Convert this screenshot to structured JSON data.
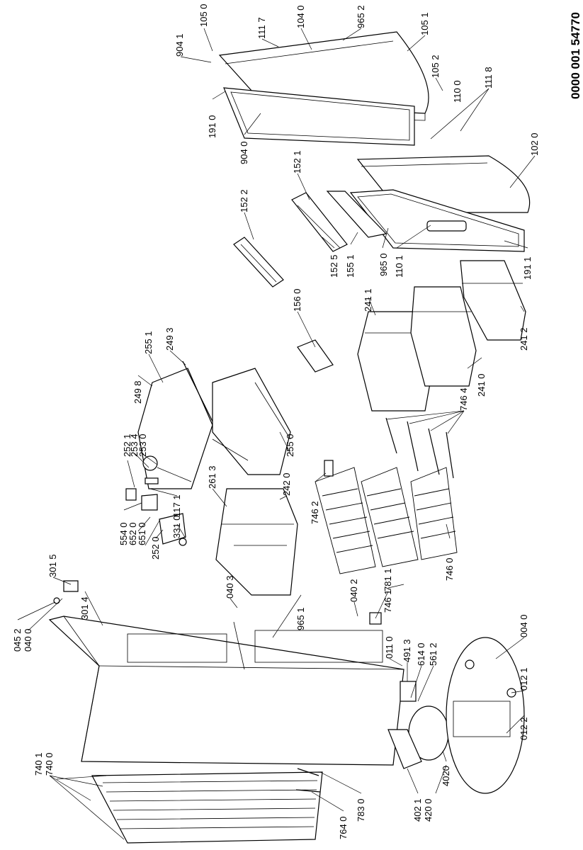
{
  "document_number": "0000 001 54770",
  "part_labels": [
    "904 1",
    "105 0",
    "111 7",
    "104 0",
    "965 2",
    "105 1",
    "105 2",
    "110 0",
    "111 8",
    "191 0",
    "904 0",
    "102 0",
    "152 1",
    "152 2",
    "965 0",
    "110 1",
    "191 1",
    "152 5",
    "155 1",
    "156 0",
    "241 1",
    "241 2",
    "241 0",
    "249 3",
    "255 1",
    "249 8",
    "255 0",
    "252 1",
    "253 4",
    "253 0",
    "242 0",
    "261 3",
    "117 1",
    "331 0",
    "554 0",
    "652 0",
    "651 0",
    "252 0",
    "746 4",
    "746 2",
    "746 0",
    "746 1",
    "781 1",
    "301 5",
    "301 4",
    "040 3",
    "965 1",
    "040 2",
    "045 2",
    "040 0",
    "011 0",
    "491 3",
    "614 0",
    "561 2",
    "004 0",
    "012 1",
    "012 2",
    "740 1",
    "740 0",
    "764 0",
    "783 0",
    "402 1",
    "420 0",
    "4020"
  ]
}
